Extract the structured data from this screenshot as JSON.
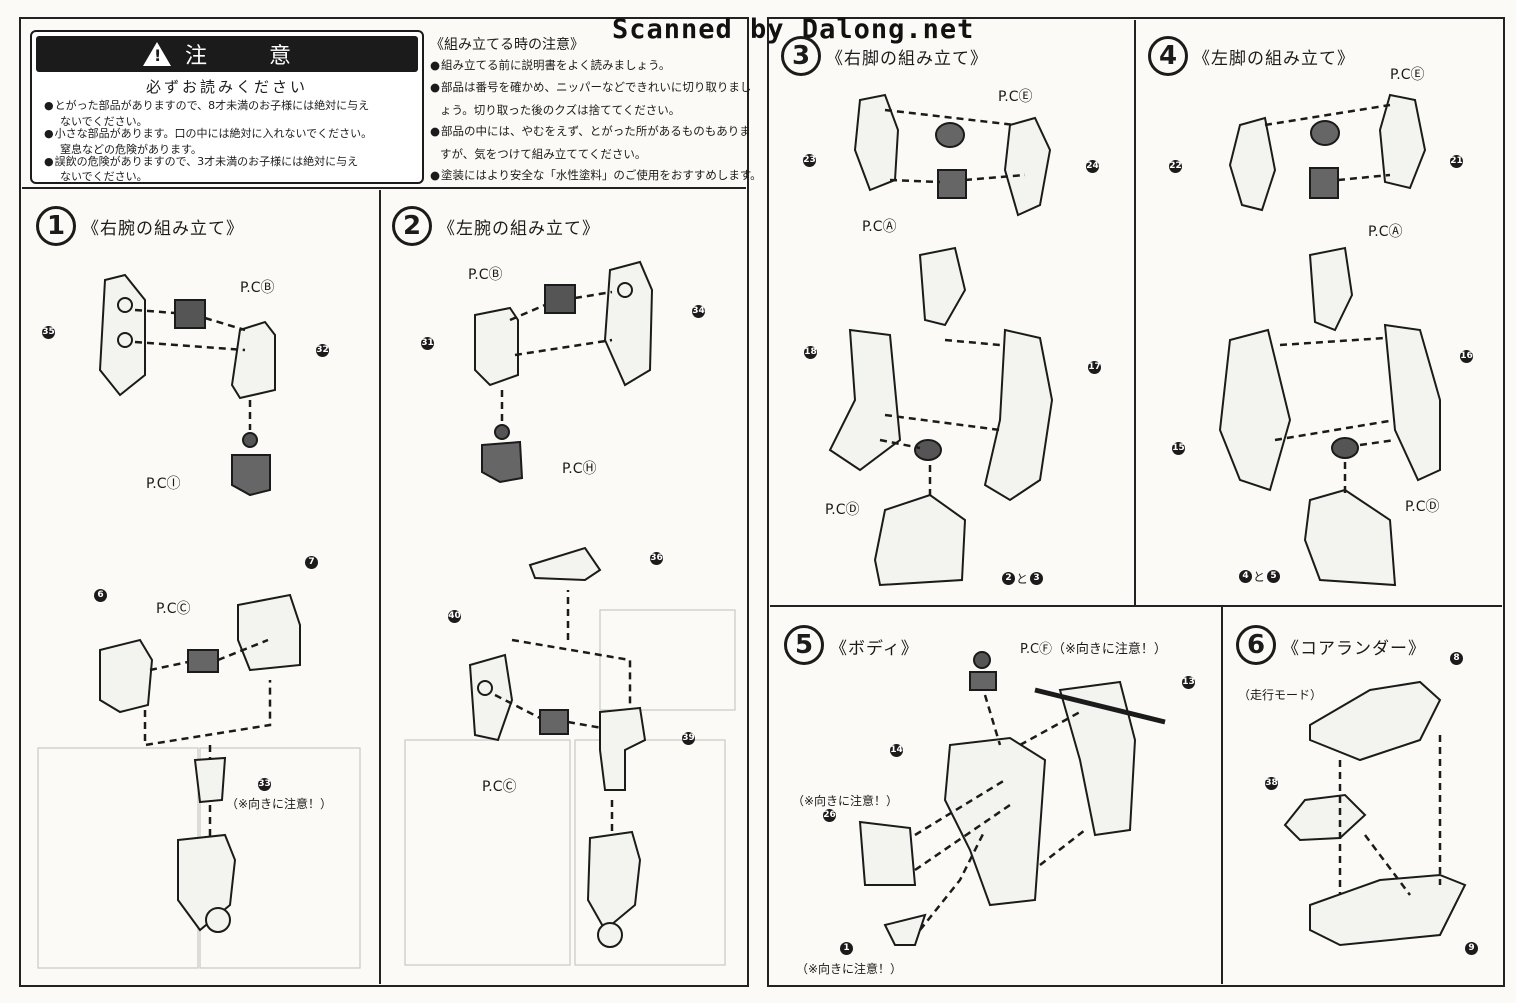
{
  "watermark": "Scanned by Dalong.net",
  "caution": {
    "title": "注　意",
    "subtitle": "必ずお読みください",
    "items": [
      "とがった部品がありますので、8才未満のお子様には絶対に与え",
      "ないでください。",
      "小さな部品があります。口の中には絶対に入れないでください。",
      "窒息などの危険があります。",
      "誤飲の危険がありますので、3才未満のお子様には絶対に与え",
      "ないでください。"
    ]
  },
  "assembly_notes": {
    "title": "《組み立てる時の注意》",
    "items": [
      "組み立てる前に説明書をよく読みましょう。",
      "部品は番号を確かめ、ニッパーなどできれいに切り取りまし",
      "ょう。切り取った後のクズは捨ててください。",
      "部品の中には、やむをえず、とがった所があるものもありま",
      "すが、気をつけて組み立ててください。",
      "塗装にはより安全な「水性塗料」のご使用をおすすめします。"
    ]
  },
  "sections": [
    {
      "num": "1",
      "title": "《右腕の組み立て》"
    },
    {
      "num": "2",
      "title": "《左腕の組み立て》"
    },
    {
      "num": "3",
      "title": "《右脚の組み立て》"
    },
    {
      "num": "4",
      "title": "《左脚の組み立て》"
    },
    {
      "num": "5",
      "title": "《ボディ》"
    },
    {
      "num": "6",
      "title": "《コアランダー》"
    }
  ],
  "labels": {
    "pc_a": "P.CⒶ",
    "pc_b": "P.CⒷ",
    "pc_c": "P.CⒸ",
    "pc_d": "P.CⒹ",
    "pc_e": "P.CⒺ",
    "pc_f": "P.CⒻ（※向きに注意！）",
    "pc_h": "P.CⒽ",
    "pc_i": "P.CⒾ",
    "orientation_note": "（※向きに注意！）",
    "run_mode": "（走行モード）",
    "and_2_3": "と",
    "and_4_5": "と"
  },
  "part_numbers": {
    "s1": [
      "35",
      "32",
      "6",
      "7",
      "33"
    ],
    "s2": [
      "31",
      "34",
      "36",
      "40",
      "39"
    ],
    "s3": [
      "23",
      "24",
      "18",
      "17",
      "2",
      "3"
    ],
    "s4": [
      "22",
      "21",
      "16",
      "15",
      "4",
      "5"
    ],
    "s5": [
      "13",
      "14",
      "26",
      "1"
    ],
    "s6": [
      "8",
      "38",
      "9"
    ]
  }
}
